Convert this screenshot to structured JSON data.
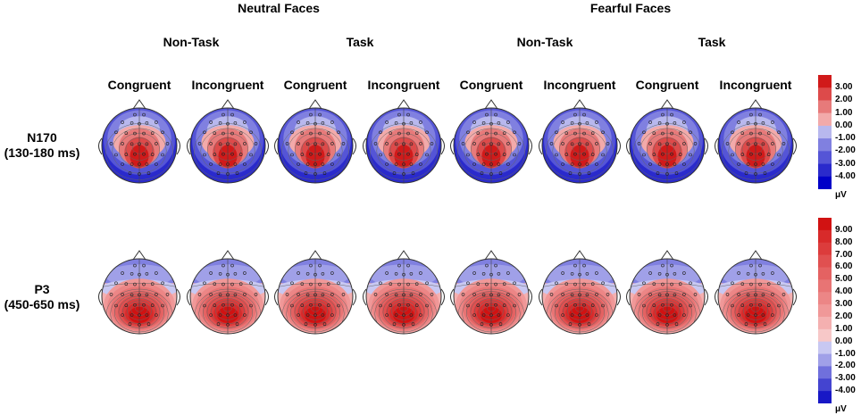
{
  "header": {
    "groups": [
      "Neutral Faces",
      "Fearful Faces"
    ],
    "tasks": [
      "Non-Task",
      "Task",
      "Non-Task",
      "Task"
    ],
    "conditions": [
      "Congruent",
      "Incongruent",
      "Congruent",
      "Incongruent",
      "Congruent",
      "Incongruent",
      "Congruent",
      "Incongruent"
    ]
  },
  "rows": [
    {
      "label_line1": "N170",
      "label_line2": "(130-180 ms)"
    },
    {
      "label_line1": "P3",
      "label_line2": "(450-650 ms)"
    }
  ],
  "colorbars": [
    {
      "ticks": [
        "3.00",
        "2.00",
        "1.00",
        "0.00",
        "-1.00",
        "-2.00",
        "-3.00",
        "-4.00"
      ],
      "unit": "μV",
      "colors": [
        "#d11a1a",
        "#dd4a4a",
        "#e77a7a",
        "#f2aaaa",
        "#b8b8ee",
        "#8080e0",
        "#5555d6",
        "#2a2acc",
        "#0000c8"
      ]
    },
    {
      "ticks": [
        "9.00",
        "8.00",
        "7.00",
        "6.00",
        "5.00",
        "4.00",
        "3.00",
        "2.00",
        "1.00",
        "0.00",
        "-1.00",
        "-2.00",
        "-3.00",
        "-4.00"
      ],
      "unit": "μV",
      "colors": [
        "#d11212",
        "#d82a2a",
        "#dc3c3c",
        "#e05050",
        "#e46262",
        "#e87474",
        "#ec8686",
        "#f09898",
        "#f4b0b0",
        "#f7c8c8",
        "#c8c8f2",
        "#a0a0e8",
        "#7070dc",
        "#4444d0",
        "#1818c6"
      ]
    }
  ],
  "colors": {
    "positive": "#d7191c",
    "negative": "#0d0dc6",
    "outline": "#333333"
  }
}
